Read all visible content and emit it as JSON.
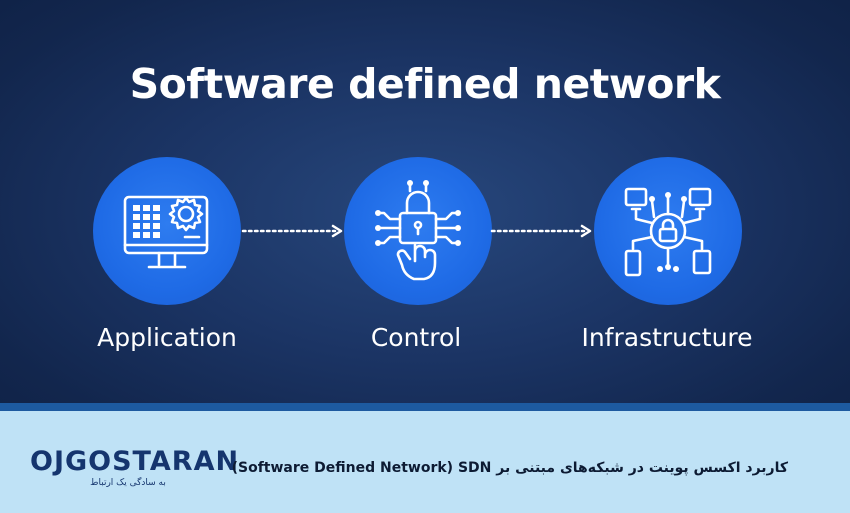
{
  "diagram": {
    "title": "Software defined network",
    "nodes": [
      {
        "id": "application",
        "label": "Application",
        "icon": "monitor-gear-icon"
      },
      {
        "id": "control",
        "label": "Control",
        "icon": "padlock-touch-circuit-icon"
      },
      {
        "id": "infrastructure",
        "label": "Infrastructure",
        "icon": "lock-network-devices-icon"
      }
    ],
    "edges": [
      {
        "from": "application",
        "to": "control",
        "style": "dotted-arrow"
      },
      {
        "from": "control",
        "to": "infrastructure",
        "style": "dotted-arrow"
      }
    ]
  },
  "footer": {
    "logo": {
      "text": "OJGOSTARAN",
      "tagline": "به سادگی یک ارتباط"
    },
    "caption": "کاربرد اکسس پوینت در شبکه‌های مبتنی بر Software Defined Network) SDN)"
  },
  "colors": {
    "background_dark": "#12264d",
    "node_blue": "#1f6be6",
    "footer_light": "#bfe2f6",
    "strip_blue": "#1d5aa0",
    "logo_navy": "#15356e"
  }
}
